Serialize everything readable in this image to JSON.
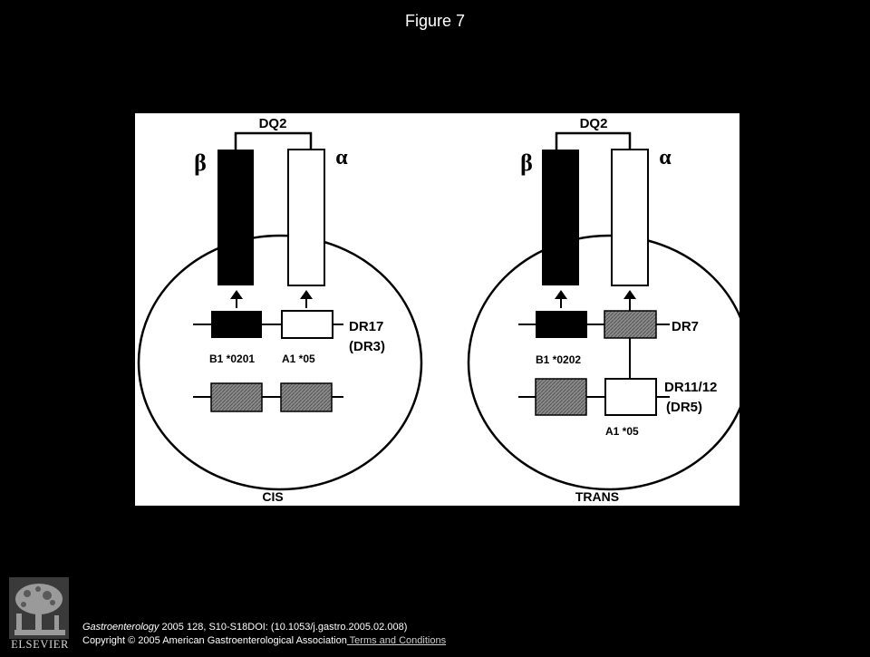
{
  "slide": {
    "title": "Figure 7"
  },
  "diagram": {
    "cis": {
      "heterodimer_label": "DQ2",
      "beta_symbol": "β",
      "alpha_symbol": "α",
      "haplotype_1_label_line1": "DR17",
      "haplotype_1_label_line2": "(DR3)",
      "gene_b_label": "B1 *0201",
      "gene_a_label": "A1 *05",
      "panel_label": "CIS"
    },
    "trans": {
      "heterodimer_label": "DQ2",
      "beta_symbol": "β",
      "alpha_symbol": "α",
      "haplotype_1_label": "DR7",
      "haplotype_2_label_line1": "DR11/12",
      "haplotype_2_label_line2": "(DR5)",
      "gene_b_label": "B1 *0202",
      "gene_a_label": "A1 *05",
      "panel_label": "TRANS"
    },
    "colors": {
      "black_gene": "#000000",
      "white_gene": "#ffffff",
      "hatched_gene": "#7a7a7a"
    }
  },
  "footer": {
    "publisher_logo_text": "ELSEVIER",
    "citation_journal": "Gastroenterology",
    "citation_rest": " 2005 128, S10-S18DOI: (10.1053/j.gastro.2005.02.008)",
    "copyright": "Copyright © 2005 American Gastroenterological Association",
    "terms_link": " Terms and Conditions"
  }
}
